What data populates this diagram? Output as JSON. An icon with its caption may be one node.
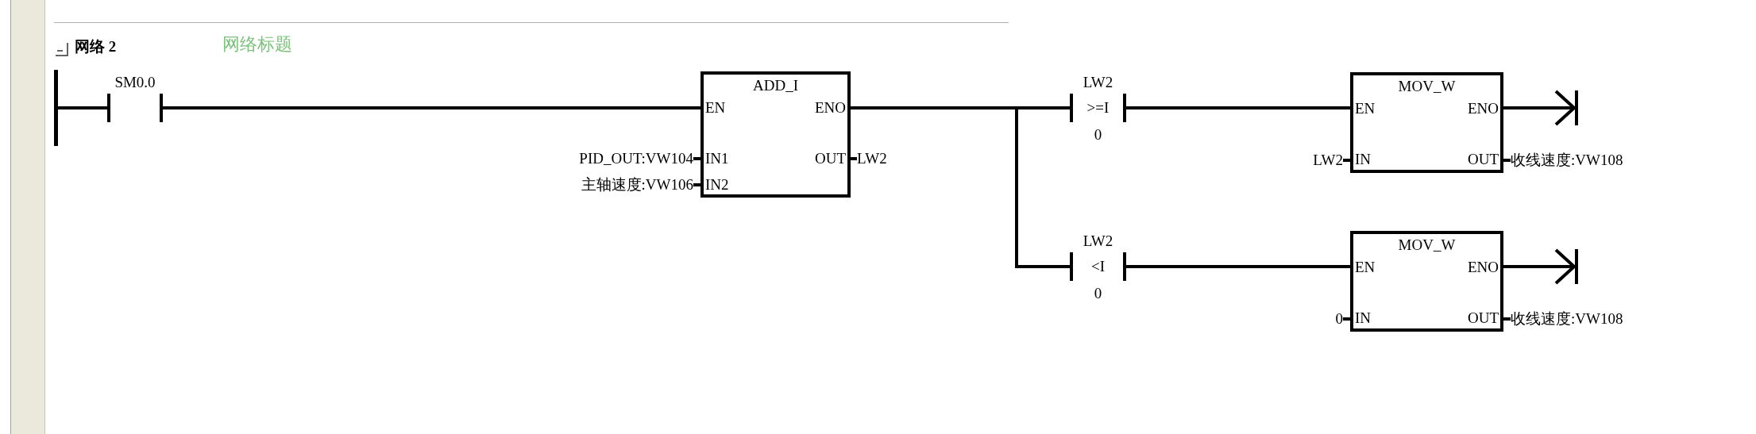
{
  "diagram": {
    "title": "网络 2",
    "nodes": [
      {
        "text": [],
        "shape": "bar"
      },
      {
        "text": [
          "SM0.0"
        ]
      },
      {
        "text": [
          "ADD_I",
          "EN",
          "ENO",
          "IN1",
          "OUT",
          "IN2"
        ]
      },
      {
        "text": [
          "PID_OUT:VW104"
        ]
      },
      {
        "text": [
          "主轴速度:VW106"
        ]
      },
      {
        "text": [
          "LW2"
        ]
      },
      {
        "text": [
          "LW2",
          ">=I",
          "0"
        ]
      },
      {
        "text": [
          "MOV_W",
          "EN",
          "ENO",
          "IN",
          "OUT"
        ]
      },
      {
        "text": [
          "LW2"
        ]
      },
      {
        "text": [
          "收线速度:VW108"
        ]
      },
      {
        "text": [
          "LW2",
          "<I",
          "0"
        ]
      },
      {
        "text": [
          "MOV_W",
          "EN",
          "ENO",
          "IN",
          "OUT"
        ]
      },
      {
        "text": [
          "0"
        ]
      },
      {
        "text": [
          "收线速度:VW108"
        ]
      },
      {
        "text": [],
        "shape": "bar"
      },
      {
        "text": [],
        "shape": "bar"
      }
    ],
    "edges": [
      {
        "from": 0,
        "to": 1,
        "arrow": "none"
      },
      {
        "from": 1,
        "to": 2,
        "arrow": "none"
      },
      {
        "from": 3,
        "to": 2,
        "arrow": "none"
      },
      {
        "from": 4,
        "to": 2,
        "arrow": "none"
      },
      {
        "from": 2,
        "to": 5,
        "arrow": "none"
      },
      {
        "from": 2,
        "to": 6,
        "arrow": "none"
      },
      {
        "from": 2,
        "to": 10,
        "arrow": "none"
      },
      {
        "from": 6,
        "to": 7,
        "arrow": "none"
      },
      {
        "from": 8,
        "to": 7,
        "arrow": "none"
      },
      {
        "from": 7,
        "to": 9,
        "arrow": "none"
      },
      {
        "from": 7,
        "to": 14,
        "arrow": "to"
      },
      {
        "from": 10,
        "to": 11,
        "arrow": "none"
      },
      {
        "from": 12,
        "to": 11,
        "arrow": "none"
      },
      {
        "from": 11,
        "to": 13,
        "arrow": "none"
      },
      {
        "from": 11,
        "to": 15,
        "arrow": "to"
      }
    ],
    "labels": [
      "网络标题"
    ]
  }
}
